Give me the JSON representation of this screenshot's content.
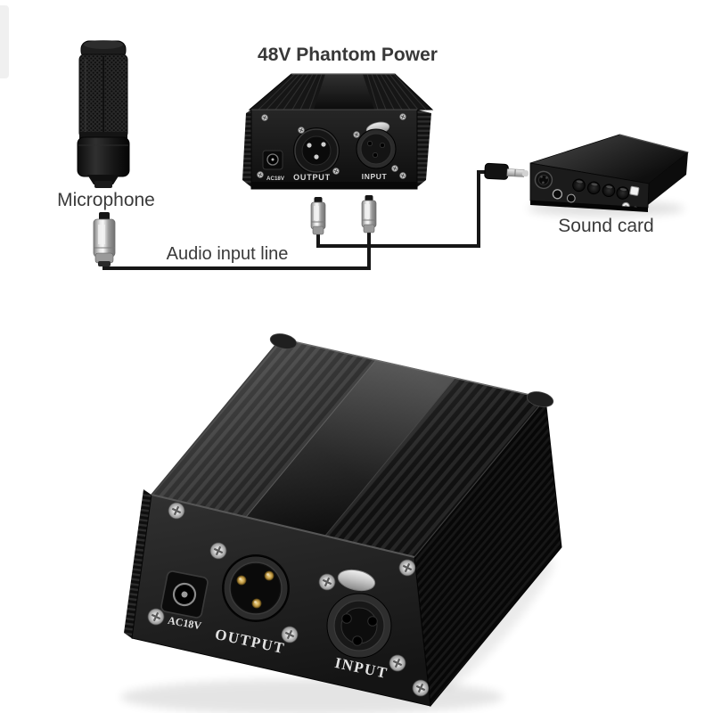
{
  "page": {
    "background": "#ffffff"
  },
  "diagram": {
    "title": "48V Phantom Power",
    "microphone_label": "Microphone",
    "audio_line_label": "Audio input line",
    "sound_card_label": "Sound card",
    "unit_labels": {
      "ac": "AC18V",
      "output": "OUTPUT",
      "input": "INPUT"
    }
  },
  "product": {
    "labels": {
      "ac": "AC18V",
      "output": "OUTPUT",
      "input": "INPUT"
    }
  },
  "colors": {
    "label_text": "#3a3a3a",
    "engraving": "#e2e2e2",
    "cable": "#161616",
    "chassis": "#141414",
    "silver": "#c9c9c9",
    "gold_pins": "#caa24e"
  }
}
